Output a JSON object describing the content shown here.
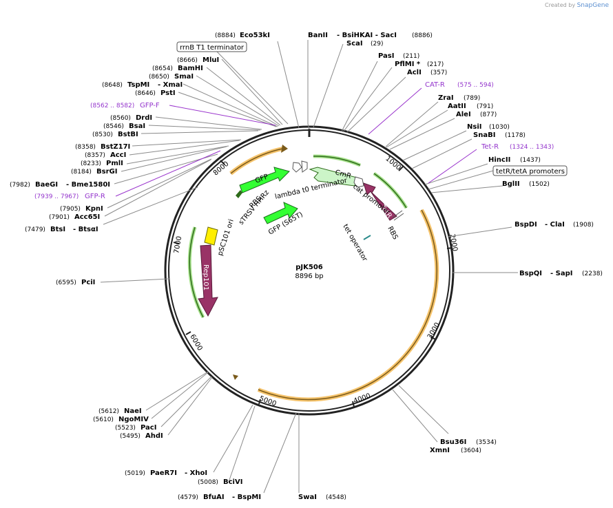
{
  "credit": {
    "prefix": "Created by",
    "brand": "SnapGene"
  },
  "plasmid": {
    "name": "pJK506",
    "length": "8896 bp",
    "total_bp": 8896
  },
  "ticks": [
    "1000",
    "2000",
    "3000",
    "4000",
    "5000",
    "6000",
    "7000",
    "8000"
  ],
  "sites": [
    {
      "pos": "(8884)",
      "name": "Eco53kI",
      "extra": "",
      "bp": 8884
    },
    {
      "pos": "",
      "name": "BanII",
      "extra": "- BsiHKAI   - SacI",
      "num_after": "(8886)",
      "bp": 8886
    },
    {
      "pos": "",
      "name": "ScaI",
      "extra": "",
      "num_after": "(29)",
      "bp": 29
    },
    {
      "pos": "",
      "name": "PasI",
      "extra": "",
      "num_after": "(211)",
      "bp": 211
    },
    {
      "pos": "",
      "name": "PflMI *",
      "extra": "",
      "num_after": "(217)",
      "bp": 217
    },
    {
      "pos": "",
      "name": "AclI",
      "extra": "",
      "num_after": "(357)",
      "bp": 357
    },
    {
      "pos": "",
      "name": "ZraI",
      "extra": "",
      "num_after": "(789)",
      "bp": 789
    },
    {
      "pos": "",
      "name": "AatII",
      "extra": "",
      "num_after": "(791)",
      "bp": 791
    },
    {
      "pos": "",
      "name": "AleI",
      "extra": "",
      "num_after": "(877)",
      "bp": 877
    },
    {
      "pos": "",
      "name": "NsiI",
      "extra": "",
      "num_after": "(1030)",
      "bp": 1030
    },
    {
      "pos": "",
      "name": "SnaBI",
      "extra": "",
      "num_after": "(1178)",
      "bp": 1178
    },
    {
      "pos": "",
      "name": "HincII",
      "extra": "",
      "num_after": "(1437)",
      "bp": 1437
    },
    {
      "pos": "",
      "name": "BglII",
      "extra": "",
      "num_after": "(1502)",
      "bp": 1502
    },
    {
      "pos": "",
      "name": "BspDI",
      "extra": "- ClaI",
      "num_after": "(1908)",
      "bp": 1908
    },
    {
      "pos": "",
      "name": "BspQI",
      "extra": "- SapI",
      "num_after": "(2238)",
      "bp": 2238
    },
    {
      "pos": "",
      "name": "Bsu36I",
      "extra": "",
      "num_after": "(3534)",
      "bp": 3534
    },
    {
      "pos": "",
      "name": "XmnI",
      "extra": "",
      "num_after": "(3604)",
      "bp": 3604
    },
    {
      "pos": "",
      "name": "SwaI",
      "extra": "",
      "num_after": "(4548)",
      "bp": 4548
    },
    {
      "pos": "(4579)",
      "name": "BfuAI",
      "extra": "- BspMI",
      "bp": 4579
    },
    {
      "pos": "(5008)",
      "name": "BciVI",
      "extra": "",
      "bp": 5008
    },
    {
      "pos": "(5019)",
      "name": "PaeR7I",
      "extra": "- XhoI",
      "bp": 5019
    },
    {
      "pos": "(5495)",
      "name": "AhdI",
      "extra": "",
      "bp": 5495
    },
    {
      "pos": "(5523)",
      "name": "PacI",
      "extra": "",
      "bp": 5523
    },
    {
      "pos": "(5610)",
      "name": "NgoMIV",
      "extra": "",
      "bp": 5610
    },
    {
      "pos": "(5612)",
      "name": "NaeI",
      "extra": "",
      "bp": 5612
    },
    {
      "pos": "(6595)",
      "name": "PciI",
      "extra": "",
      "bp": 6595
    },
    {
      "pos": "(7479)",
      "name": "BtsI",
      "extra": "- BtsαI",
      "bp": 7479
    },
    {
      "pos": "(7901)",
      "name": "Acc65I",
      "extra": "",
      "bp": 7901
    },
    {
      "pos": "(7905)",
      "name": "KpnI",
      "extra": "",
      "bp": 7905
    },
    {
      "pos": "(7982)",
      "name": "BaeGI",
      "extra": "- Bme1580I",
      "bp": 7982
    },
    {
      "pos": "(8184)",
      "name": "BsrGI",
      "extra": "",
      "bp": 8184
    },
    {
      "pos": "(8233)",
      "name": "PmlI",
      "extra": "",
      "bp": 8233
    },
    {
      "pos": "(8357)",
      "name": "AccI",
      "extra": "",
      "bp": 8357
    },
    {
      "pos": "(8358)",
      "name": "BstZ17I",
      "extra": "",
      "bp": 8358
    },
    {
      "pos": "(8530)",
      "name": "BstBI",
      "extra": "",
      "bp": 8530
    },
    {
      "pos": "(8546)",
      "name": "BsaI",
      "extra": "",
      "bp": 8546
    },
    {
      "pos": "(8560)",
      "name": "DrdI",
      "extra": "",
      "bp": 8560
    },
    {
      "pos": "(8646)",
      "name": "PstI",
      "extra": "",
      "bp": 8646
    },
    {
      "pos": "(8648)",
      "name": "TspMI",
      "extra": "- XmaI",
      "bp": 8648
    },
    {
      "pos": "(8650)",
      "name": "SmaI",
      "extra": "",
      "bp": 8650
    },
    {
      "pos": "(8654)",
      "name": "BamHI",
      "extra": "",
      "bp": 8654
    },
    {
      "pos": "(8666)",
      "name": "MluI",
      "extra": "",
      "bp": 8666
    }
  ],
  "primers": [
    {
      "name": "CAT-R",
      "range": "(575 .. 594)"
    },
    {
      "name": "Tet-R",
      "range": "(1324 .. 1343)"
    },
    {
      "name": "GFP-F",
      "range": "(8562 .. 8582)"
    },
    {
      "name": "GFP-R",
      "range": "(7939 .. 7967)"
    }
  ],
  "boxed_labels": [
    "rrnB T1 terminator",
    "tetR/tetA promoters"
  ],
  "features": {
    "cmr": "CmR",
    "tetr": "TetR",
    "gfp": "GFP",
    "gfp_s65t": "GFP (S65T)",
    "rep101": "Rep101",
    "rbs1": "RBS",
    "rbs2": "RBS",
    "lambda": "lambda t0 terminator",
    "cat_promoter": "cat promoter",
    "stsv": "sTRSV HHRz",
    "psc101": "pSC101 ori",
    "tet_operator": "tet operator"
  },
  "colors": {
    "backbone": "#222222",
    "cmr": "#ccf5c8",
    "tetr": "#993366",
    "gfp": "#33ff33",
    "rep101": "#993366",
    "ori": "#ffee00",
    "orange_arc": "#f5a623",
    "green_arc": "#4caf50",
    "primer": "#9933cc"
  }
}
